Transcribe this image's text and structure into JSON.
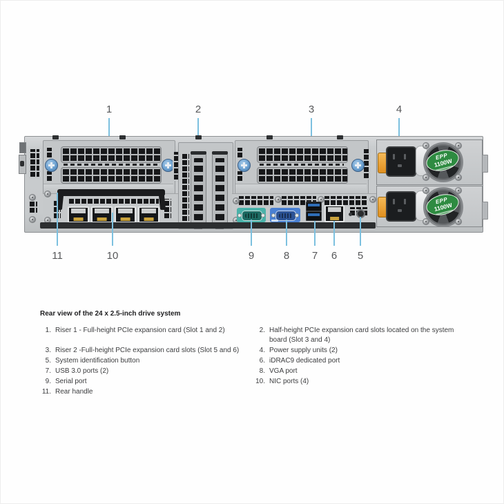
{
  "figure": {
    "caption": "Rear view of the 24 x 2.5-inch drive system",
    "callouts_top": [
      "1",
      "2",
      "3",
      "4"
    ],
    "callouts_bottom": [
      "11",
      "10",
      "9",
      "8",
      "7",
      "6",
      "5"
    ],
    "psu": {
      "label_line1": "EPP",
      "label_line2": "1100W"
    },
    "legend_left": [
      {
        "num": "1.",
        "text": "Riser 1 - Full-height PCIe expansion card (Slot 1 and 2)"
      },
      {
        "num": "3.",
        "text": "Riser 2 -Full-height PCIe expansion card slots (Slot 5 and 6)"
      },
      {
        "num": "5.",
        "text": "System identification button"
      },
      {
        "num": "7.",
        "text": "USB 3.0 ports (2)"
      },
      {
        "num": "9.",
        "text": "Serial port"
      },
      {
        "num": "11.",
        "text": "Rear handle"
      }
    ],
    "legend_right": [
      {
        "num": "2.",
        "text": "Half-height PCIe expansion card slots located on the system board (Slot 3 and 4)"
      },
      {
        "num": "4.",
        "text": "Power supply units (2)"
      },
      {
        "num": "6.",
        "text": "iDRAC9 dedicated port"
      },
      {
        "num": "8.",
        "text": "VGA port"
      },
      {
        "num": "10.",
        "text": "NIC ports (4)"
      }
    ],
    "colors": {
      "callout_line": "#7cc0df",
      "callout_text": "#57585a",
      "chassis_gray": "#c9ccce",
      "serial_teal": "#49b2a9",
      "vga_blue": "#4a80d2",
      "usb_blue": "#2f6db6",
      "psu_green": "#2e8b41",
      "latch_orange": "#e89a2f",
      "thumbscrew_blue": "#6ba0d0"
    }
  }
}
